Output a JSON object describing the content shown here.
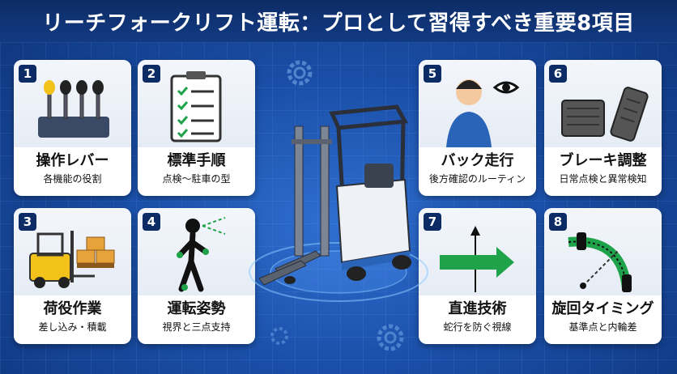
{
  "title": "リーチフォークリフト運転：プロとして習得すべき重要8項目",
  "colors": {
    "navy": "#0d2c66",
    "green": "#1fa34a",
    "yellow": "#f2c21a",
    "bg": "#1a4fa8"
  },
  "cards": [
    {
      "num": "1",
      "label": "操作レバー",
      "sub": "各機能の役割",
      "icon": "lever-icon"
    },
    {
      "num": "2",
      "label": "標準手順",
      "sub": "点検～駐車の型",
      "icon": "checklist-icon"
    },
    {
      "num": "5",
      "label": "バック走行",
      "sub": "後方確認のルーティン",
      "icon": "look-back-icon"
    },
    {
      "num": "6",
      "label": "ブレーキ調整",
      "sub": "日常点検と異常検知",
      "icon": "pedal-icon"
    },
    {
      "num": "3",
      "label": "荷役作業",
      "sub": "差し込み・積載",
      "icon": "forklift-load-icon"
    },
    {
      "num": "4",
      "label": "運転姿勢",
      "sub": "視界と三点支持",
      "icon": "posture-icon"
    },
    {
      "num": "7",
      "label": "直進技術",
      "sub": "蛇行を防ぐ視線",
      "icon": "arrow-straight-icon"
    },
    {
      "num": "8",
      "label": "旋回タイミング",
      "sub": "基準点と内輪差",
      "icon": "turn-path-icon"
    }
  ]
}
